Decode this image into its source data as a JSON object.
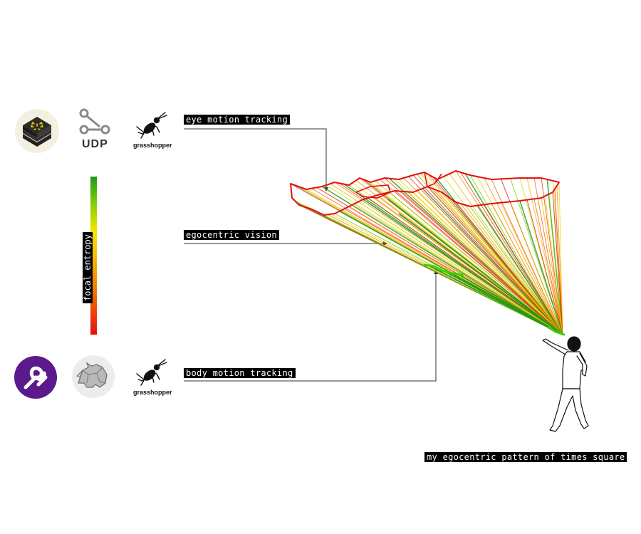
{
  "labels": {
    "eye_tracking": "eye motion tracking",
    "egocentric_vision": "egocentric vision",
    "body_tracking": "body motion tracking",
    "pattern_caption": "my egocentric pattern of times square",
    "focal_entropy": "focal entropy"
  },
  "software": {
    "udp": "UDP",
    "grasshopper_top": "grasshopper",
    "grasshopper_bottom": "grasshopper"
  },
  "icons": {
    "top_row": [
      "eye-tracker-app-icon",
      "udp-node-icon",
      "grasshopper-cricket-icon"
    ],
    "bottom_row": [
      "motion-capture-app-icon",
      "rhino-icon",
      "grasshopper-cricket-icon"
    ]
  },
  "colors": {
    "entropy_high": "#1a9a20",
    "entropy_mid": "#f4e800",
    "entropy_low": "#e41010",
    "label_bg": "#000000",
    "label_text": "#ffffff",
    "purple_app": "#5b1a8c"
  }
}
